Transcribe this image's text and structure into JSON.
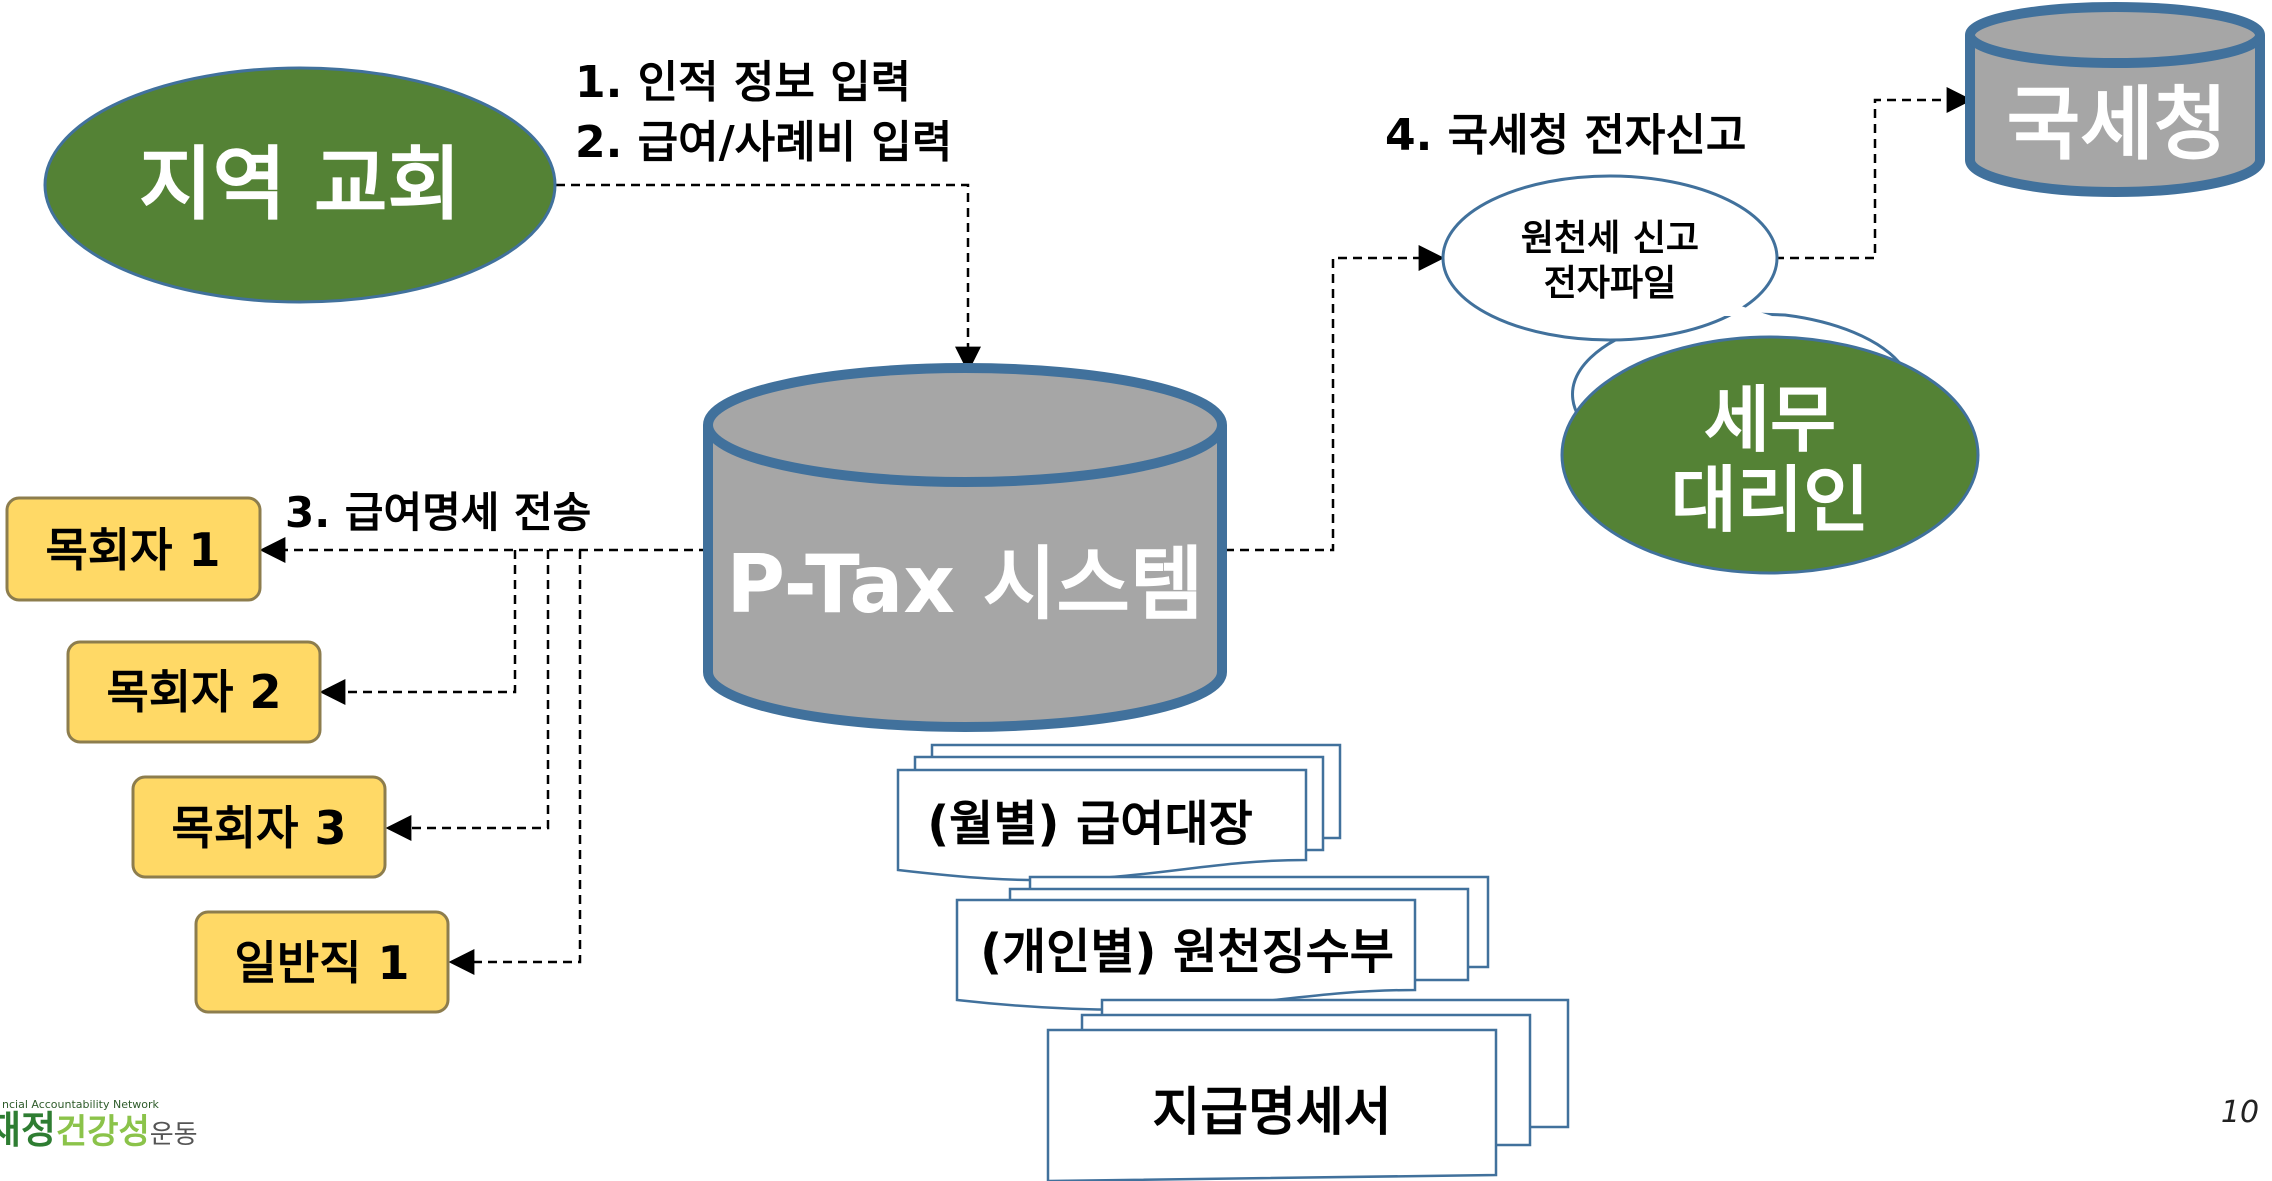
{
  "nodes": {
    "local_church": "지역 교회",
    "ptax_system": "P-Tax 시스템",
    "nts": "국세청",
    "tax_agent_line1": "세무",
    "tax_agent_line2": "대리인",
    "efile_bubble_line1": "원천세 신고",
    "efile_bubble_line2": "전자파일"
  },
  "steps": {
    "step1": "1.  인적 정보 입력",
    "step2": "2.  급여/사례비 입력",
    "step3": "3. 급여명세 전송",
    "step4": "4. 국세청 전자신고"
  },
  "recipients": [
    "목회자 1",
    "목회자 2",
    "목회자 3",
    "일반직 1"
  ],
  "documents": [
    "(월별) 급여대장",
    "(개인별) 원천징수부",
    "지급명세서"
  ],
  "footer": {
    "logo_small": "ncial Accountability Network",
    "logo_main_1": "재정",
    "logo_main_2": "건강성",
    "logo_main_3": "운동",
    "page_number": "10"
  },
  "colors": {
    "green": "#548235",
    "gray": "#a6a6a6",
    "blue_outline": "#41719c",
    "yellow": "#ffd966",
    "yellow_border": "#8d7d4d"
  }
}
